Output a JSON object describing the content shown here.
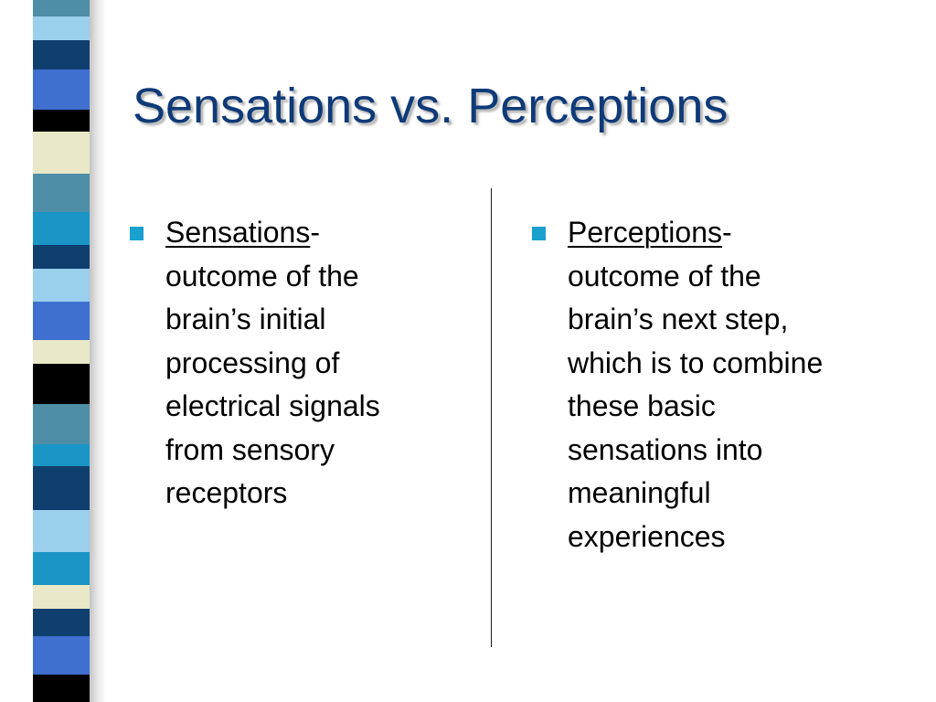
{
  "slide": {
    "title": "Sensations vs. Perceptions",
    "accent_color": "#0f3a78",
    "bullet_color": "#1aa0cf",
    "columns": [
      {
        "term": "Sensations",
        "suffix": "-",
        "lines": [
          "outcome of the",
          "brain’s initial",
          "processing of",
          "electrical signals",
          "from sensory",
          "receptors"
        ]
      },
      {
        "term": "Perceptions",
        "suffix": "-",
        "lines": [
          "outcome of the",
          "brain’s next step,",
          "which is to combine",
          "these basic",
          "sensations into",
          "meaningful",
          "experiences"
        ]
      }
    ],
    "stripe": {
      "icon": "decorative-color-stripe",
      "colors": [
        "#0f3f6e",
        "#4a8fd6",
        "#e9e8c8",
        "#1a95c6",
        "#9acfee",
        "#3f6fcf",
        "#000000",
        "#4e8ea7"
      ]
    }
  }
}
